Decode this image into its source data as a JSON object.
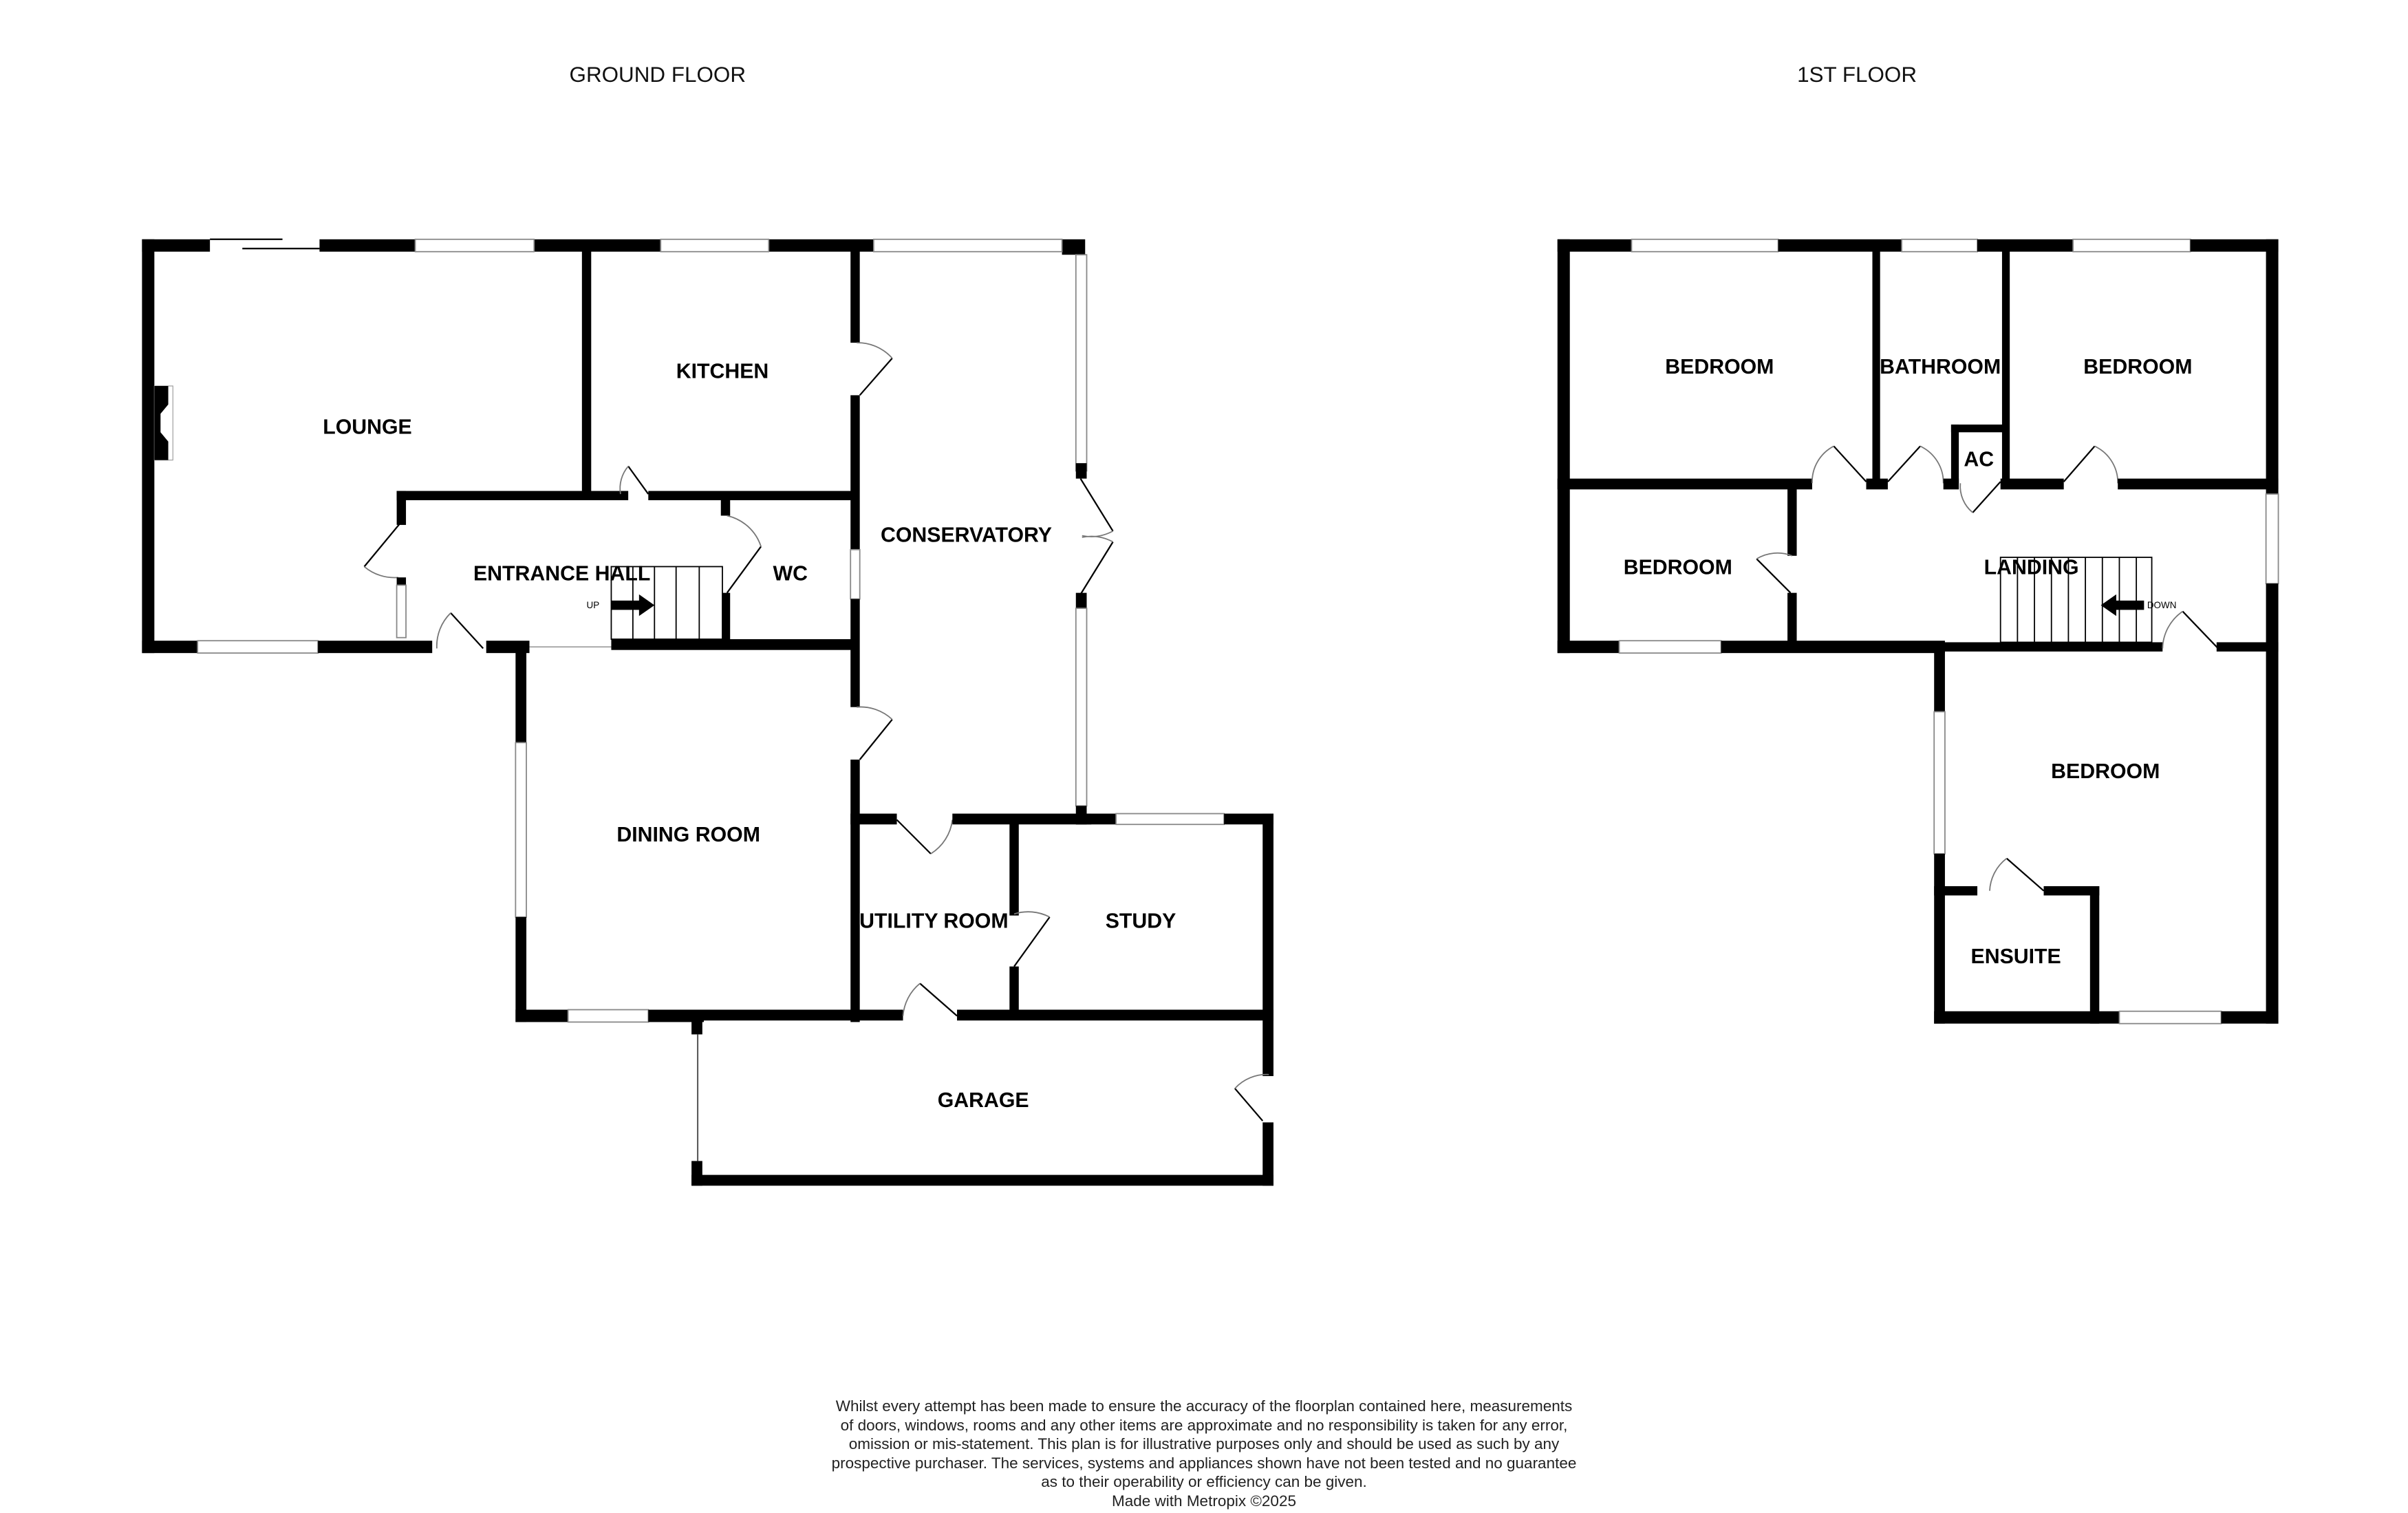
{
  "ground_floor": {
    "title": "GROUND FLOOR",
    "rooms": {
      "lounge": "LOUNGE",
      "kitchen": "KITCHEN",
      "entrance_hall": "ENTRANCE HALL",
      "wc": "WC",
      "conservatory": "CONSERVATORY",
      "dining_room": "DINING ROOM",
      "utility_room": "UTILITY ROOM",
      "study": "STUDY",
      "garage": "GARAGE"
    },
    "stairs_label": "UP"
  },
  "first_floor": {
    "title": "1ST FLOOR",
    "rooms": {
      "bedroom_1": "BEDROOM",
      "bathroom": "BATHROOM",
      "bedroom_2": "BEDROOM",
      "ac": "AC",
      "bedroom_3": "BEDROOM",
      "landing": "LANDING",
      "bedroom_4": "BEDROOM",
      "ensuite": "ENSUITE"
    },
    "stairs_label": "DOWN"
  },
  "disclaimer": {
    "lines": [
      "Whilst every attempt has been made to ensure the accuracy of the floorplan contained here, measurements",
      "of doors, windows, rooms and any other items are approximate and no responsibility is taken for any error,",
      "omission or mis-statement. This plan is for illustrative purposes only and should be used as such by any",
      "prospective purchaser. The services, systems and appliances shown have not been tested and no guarantee",
      "as to their operability or efficiency can be given."
    ],
    "credit": "Made with Metropix ©2025"
  },
  "colors": {
    "wall": "#000000",
    "background": "#ffffff",
    "window_stroke": "#888888"
  }
}
